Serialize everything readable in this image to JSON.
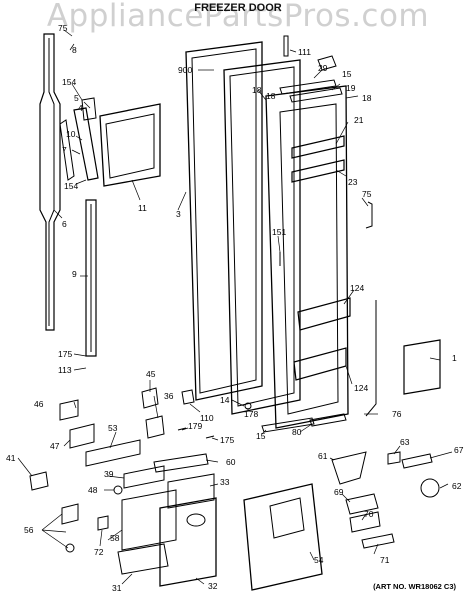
{
  "watermark": "AppliancePartsPros.com",
  "header": {
    "title": "FREEZER DOOR"
  },
  "art_number": "(ART NO. WR18062 C3)",
  "callouts": {
    "c75a": "75",
    "c8": "8",
    "c900": "900",
    "c111": "111",
    "c29": "29",
    "c15a": "15",
    "c19": "19",
    "c18a": "18",
    "c18b": "18",
    "c18c": "18",
    "c154a": "154",
    "c5": "5",
    "c4": "4",
    "c10": "10",
    "c7": "7",
    "c154b": "154",
    "c21": "21",
    "c11": "11",
    "c3": "3",
    "c23": "23",
    "c75b": "75",
    "c6": "6",
    "c151": "151",
    "c124a": "124",
    "c9": "9",
    "c175a": "175",
    "c113": "113",
    "c45": "45",
    "c36": "36",
    "c1": "1",
    "c124b": "124",
    "c46": "46",
    "c110": "110",
    "c14": "14",
    "c178": "178",
    "c76": "76",
    "c53": "53",
    "c179": "179",
    "c175b": "175",
    "c15b": "15",
    "c80": "80",
    "c47": "47",
    "c63": "63",
    "c67": "67",
    "c41": "41",
    "c39": "39",
    "c60": "60",
    "c61": "61",
    "c62": "62",
    "c48": "48",
    "c33": "33",
    "c69": "69",
    "c56": "56",
    "c58": "58",
    "c70": "70",
    "c72": "72",
    "c71": "71",
    "c54": "54",
    "c31": "31",
    "c32": "32"
  }
}
